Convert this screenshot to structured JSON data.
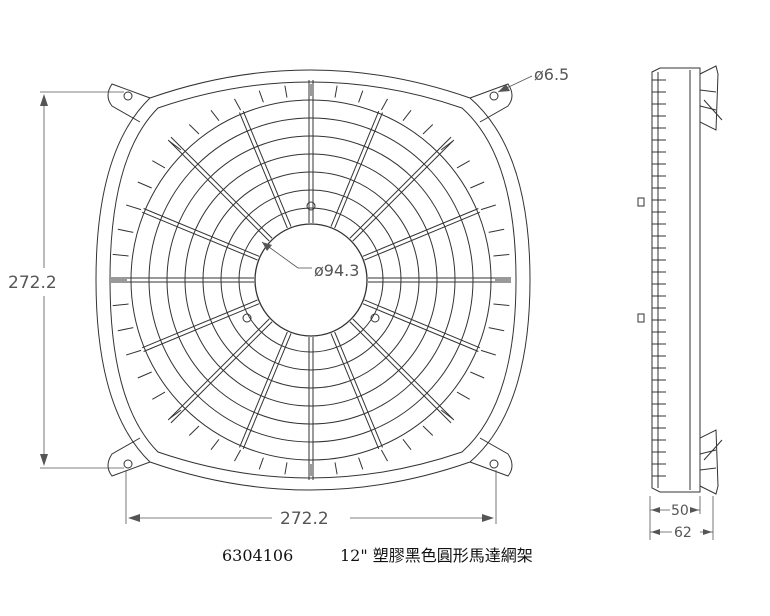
{
  "dimensions": {
    "height": "272.2",
    "width": "272.2",
    "hole": "ø6.5",
    "bore": "ø94.3",
    "depth_inner": "50",
    "depth_outer": "62"
  },
  "caption": {
    "part_number": "6304106",
    "description": "12\" 塑膠黑色圓形馬達網架"
  },
  "colors": {
    "line": "#333333",
    "dim": "#555555",
    "background": "#ffffff"
  }
}
